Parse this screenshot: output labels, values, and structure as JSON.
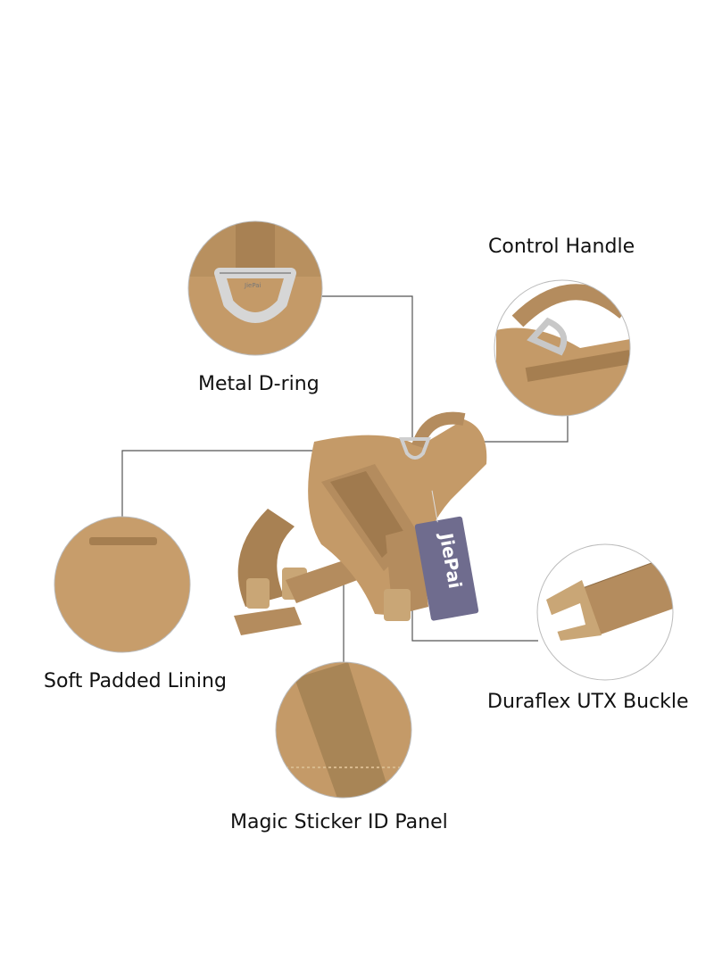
{
  "callouts": {
    "d_ring": "Metal D-ring",
    "control_handle": "Control Handle",
    "lining": "Soft Padded Lining",
    "buckle": "Duraflex UTX Buckle",
    "id_panel": "Magic Sticker ID Panel"
  },
  "brand_tag": "JiePai",
  "ring_engraving": "JiePai",
  "colors": {
    "fabric": "#c49a68",
    "fabric_dark": "#a57e50",
    "webbing": "#b48c5e",
    "tag": "#6f6c8e",
    "metal": "#cfcfcf",
    "line": "#555555"
  }
}
